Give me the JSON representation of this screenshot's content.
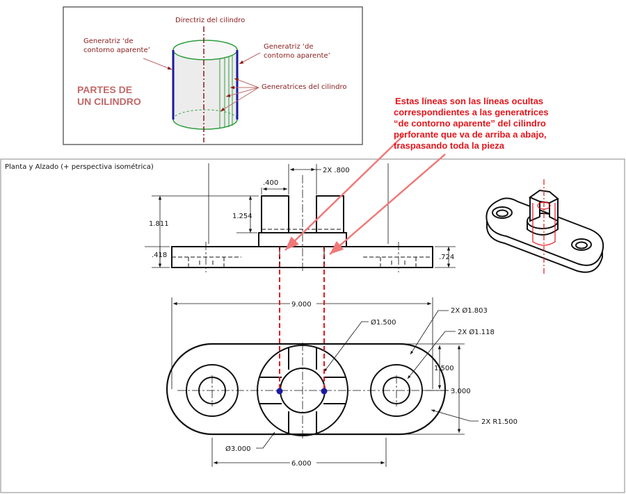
{
  "inset": {
    "title_lines": [
      "PARTES DE",
      "UN CILINDRO"
    ],
    "directriz": "Directriz del cilindro",
    "generatriz_left": [
      "Generatriz ‘de",
      "contorno aparente’"
    ],
    "generatriz_right": [
      "Generatriz ‘de",
      "contorno aparente’"
    ],
    "generatrices": "Generatrices del cilindro"
  },
  "note_lines": [
    "Estas líneas son las líneas ocultas",
    "correspondientes a las generatrices",
    "“de contorno aparente” del cilindro",
    "perforante que va de arriba a abajo,",
    "traspasando toda la pieza"
  ],
  "frame_title": "Planta y Alzado (+ perspectiva isométrica)",
  "dimensions": {
    "d_2x_800": "2X .800",
    "d_400": ".400",
    "d_1254": "1.254",
    "d_1811": "1.811",
    "d_418": ".418",
    "d_724": ".724",
    "d_9000": "9.000",
    "d_2x_1803": "2X Ø1.803",
    "d_2x_1118": "2X Ø1.118",
    "d_1500_dia": "Ø1.500",
    "d_1500": "1.500",
    "d_3000": "3.000",
    "d_2x_r1500": "2X R1.500",
    "d_3000_dia": "Ø3.000",
    "d_6000": "6.000"
  },
  "colors": {
    "annotation": "#e3161c",
    "cylinder_text": "#8b1a1a",
    "title": "#c06868",
    "green": "#2e9e3e",
    "blue": "#1a1aa0",
    "pointer": "#f07878"
  }
}
